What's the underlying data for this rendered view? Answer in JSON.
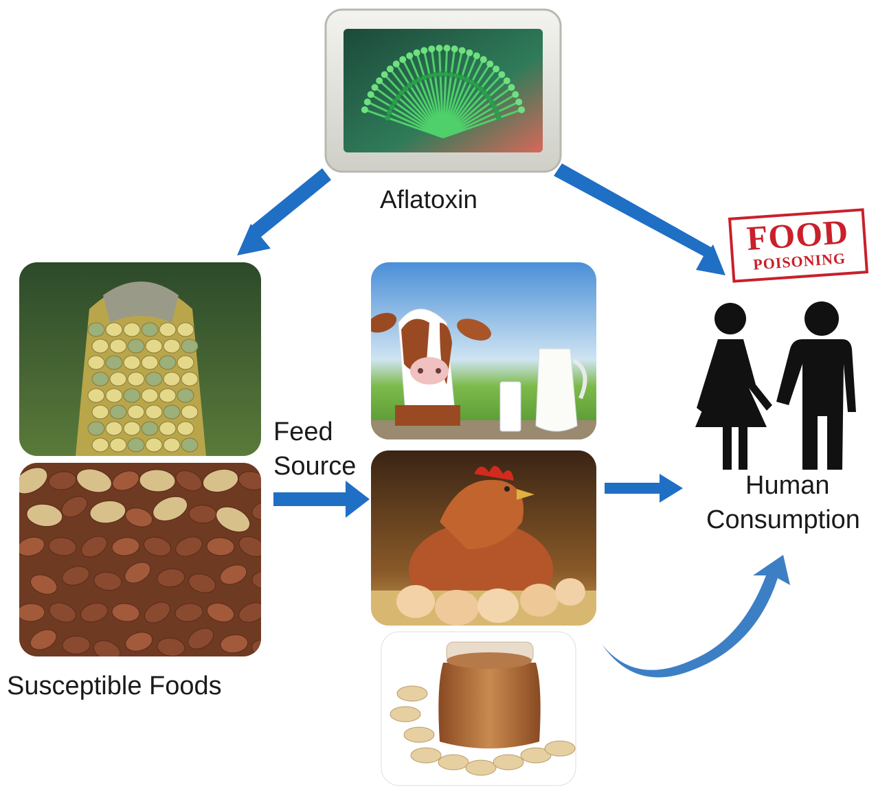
{
  "labels": {
    "aflatoxin": "Aflatoxin",
    "feed_source_line1": "Feed",
    "feed_source_line2": "Source",
    "human_consumption_line1": "Human",
    "human_consumption_line2": "Consumption",
    "susceptible_foods": "Susceptible Foods"
  },
  "stamp": {
    "line1": "FOOD",
    "line2": "POISONING"
  },
  "colors": {
    "arrow_blue": "#1f6fc5",
    "curved_arrow_blue": "#3d7fc4",
    "stamp_red": "#c9202a",
    "figure_black": "#111111"
  }
}
